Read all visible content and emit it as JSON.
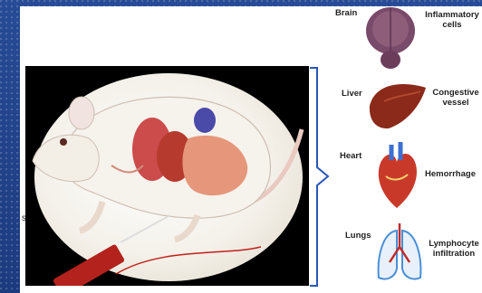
{
  "left_label": "s",
  "organs": [
    {
      "name": "Brain",
      "finding": "Inflammatory cells",
      "finding_lines": [
        "Inflammatory",
        "cells"
      ],
      "icon": "brain-icon"
    },
    {
      "name": "Liver",
      "finding": "Congestive vessel",
      "finding_lines": [
        "Congestive",
        "vessel"
      ],
      "icon": "liver-icon"
    },
    {
      "name": "Heart",
      "finding": "Hemorrhage",
      "finding_lines": [
        "Hemorrhage"
      ],
      "icon": "heart-icon"
    },
    {
      "name": "Lungs",
      "finding": "Lymphocyte infiltration",
      "finding_lines": [
        "Lymphocyte",
        "infiltration"
      ],
      "icon": "lungs-icon"
    }
  ],
  "colors": {
    "background": "#1f3f86",
    "bracket": "#2a56b8",
    "liver": "#8b2a1a",
    "brain": "#7a4a6a",
    "heart": "#c9392a",
    "lungs": "#4a8fd6"
  }
}
